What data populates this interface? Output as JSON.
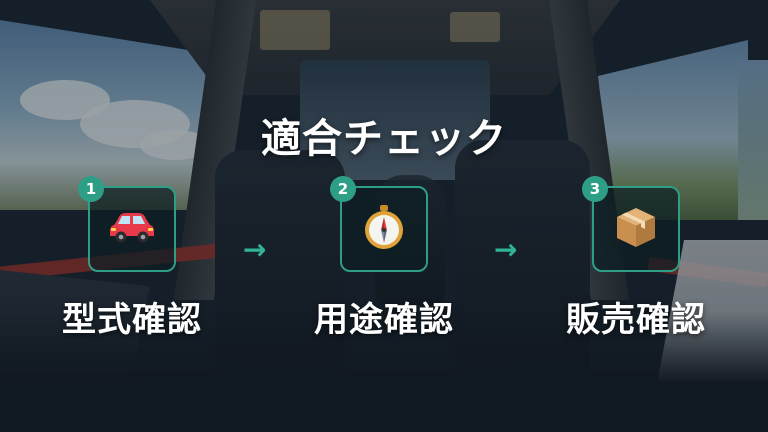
{
  "title": "適合チェック",
  "accent_color": "#2f9e86",
  "steps": [
    {
      "number": "1",
      "label": "型式確認",
      "icon": "car-icon"
    },
    {
      "number": "2",
      "label": "用途確認",
      "icon": "compass-icon"
    },
    {
      "number": "3",
      "label": "販売確認",
      "icon": "package-icon"
    }
  ],
  "arrows": [
    "arrow-right-icon",
    "arrow-right-icon"
  ]
}
